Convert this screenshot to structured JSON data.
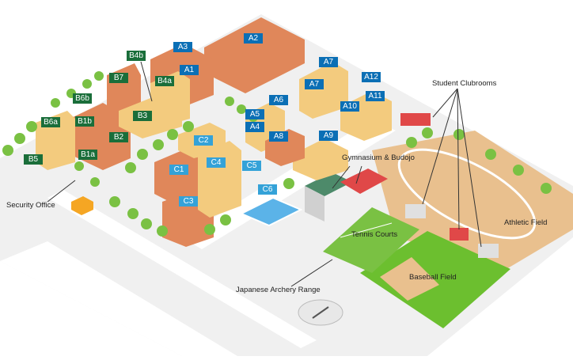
{
  "colors": {
    "tag_a": "#0b6fb5",
    "tag_b": "#1a6e3a",
    "tag_c": "#34a2d8",
    "building_brick": "#e0875a",
    "building_beige": "#f3cb7e",
    "ground": "#f0f0f0",
    "road": "#ffffff",
    "tree": "#7ac143",
    "field_green": "#6cbf2f",
    "track": "#e9b87a"
  },
  "building_tags": {
    "a": [
      "A1",
      "A2",
      "A3",
      "A4",
      "A5",
      "A6",
      "A7",
      "A7",
      "A8",
      "A9",
      "A10",
      "A11",
      "A12"
    ],
    "b": [
      "B1a",
      "B1b",
      "B2",
      "B3",
      "B4a",
      "B4b",
      "B5",
      "B6a",
      "B6b",
      "B7"
    ],
    "c": [
      "C1",
      "C2",
      "C3",
      "C4",
      "C5",
      "C6"
    ]
  },
  "labels": {
    "student_clubrooms": "Student Clubrooms",
    "gymnasium_budojo": "Gymnasium & Budojo",
    "tennis_courts": "Tennis Courts",
    "athletic_field": "Athletic Field",
    "baseball_field": "Baseball Field",
    "archery_range": "Japanese Archery Range",
    "security_office": "Security Office"
  }
}
